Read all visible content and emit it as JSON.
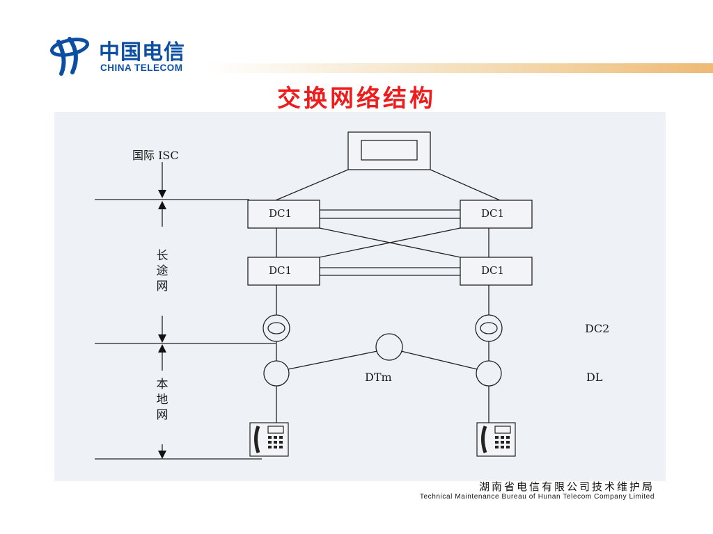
{
  "header": {
    "logo_cn": "中国电信",
    "logo_en": "CHINA TELECOM",
    "brand_color": "#0b4ea2",
    "title": "交换网络结构",
    "title_color": "#ee1c1c"
  },
  "diagram": {
    "labels": {
      "isc": "国际 ISC",
      "long_distance": "长途网",
      "local": "本地网",
      "dc1_left_top": "DC1",
      "dc1_right_top": "DC1",
      "dc1_left_bottom": "DC1",
      "dc1_right_bottom": "DC1",
      "dc2": "DC2",
      "dtm": "DTm",
      "dl": "DL"
    },
    "icons": [
      "telephone-icon",
      "telephone-icon"
    ]
  },
  "footer": {
    "cn": "湖南省电信有限公司技术维护局",
    "en": "Technical Maintenance Bureau of Hunan Telecom Company Limited"
  }
}
